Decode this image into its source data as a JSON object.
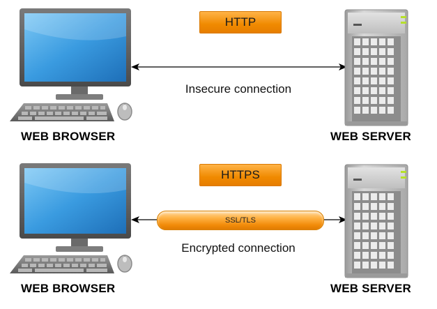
{
  "top": {
    "protocol_label": "HTTP",
    "connection_label": "Insecure connection",
    "client_label": "WEB BROWSER",
    "server_label": "WEB SERVER"
  },
  "bottom": {
    "protocol_label": "HTTPS",
    "tunnel_label": "SSL/TLS",
    "connection_label": "Encrypted connection",
    "client_label": "WEB BROWSER",
    "server_label": "WEB SERVER"
  },
  "icons": [
    "desktop-computer-icon",
    "keyboard-icon",
    "mouse-icon",
    "server-tower-icon",
    "double-arrow-icon"
  ],
  "colors": {
    "protocol_badge": "#f08a00",
    "tunnel": "#f5a030",
    "screen": "#3a9be0",
    "server": "#c8c8c8"
  }
}
